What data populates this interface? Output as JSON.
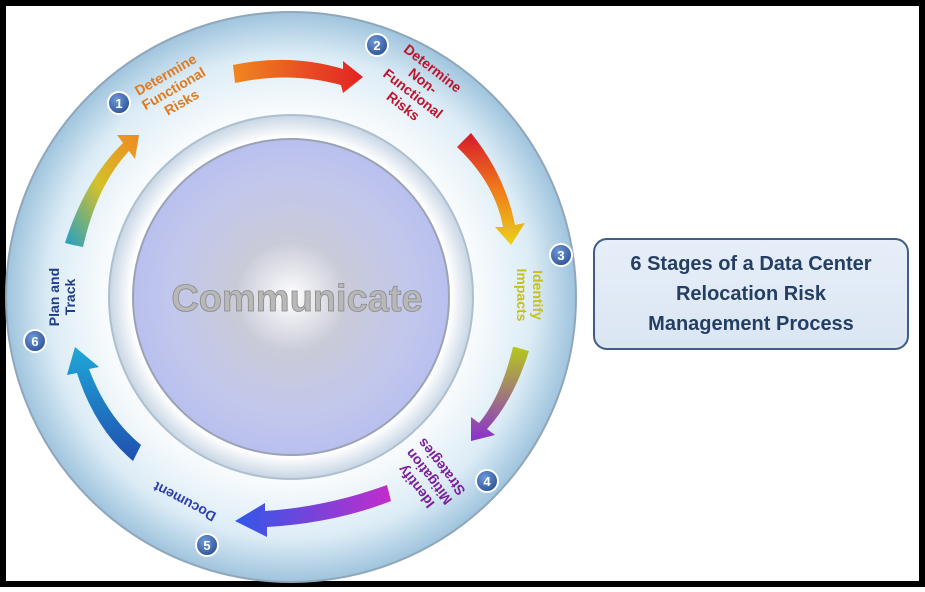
{
  "title": "6 Stages of a Data Center Relocation Risk Management Process",
  "center_label": "Communicate",
  "stages": [
    {
      "number": "1",
      "lines": [
        "Determine",
        "Functional",
        "Risks"
      ],
      "color": "#e07a1f"
    },
    {
      "number": "2",
      "lines": [
        "Determine",
        "Non-",
        "Functional",
        "Risks"
      ],
      "color": "#c0122a"
    },
    {
      "number": "3",
      "lines": [
        "Identify",
        "Impacts"
      ],
      "color": "#c8c11c"
    },
    {
      "number": "4",
      "lines": [
        "Identify",
        "Mitigation",
        "Strategies"
      ],
      "color": "#7a1f9a"
    },
    {
      "number": "5",
      "lines": [
        "Document"
      ],
      "color": "#2f3fb0"
    },
    {
      "number": "6",
      "lines": [
        "Plan and",
        "Track"
      ],
      "color": "#1f3f88"
    }
  ]
}
